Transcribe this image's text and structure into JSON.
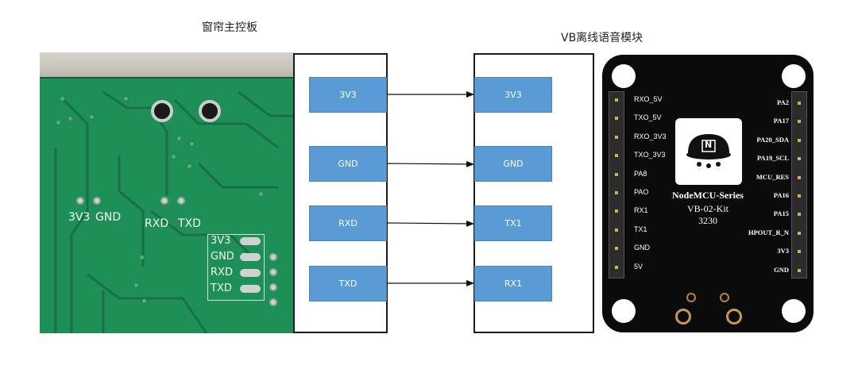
{
  "titles": {
    "left": "窗帘主控板",
    "right": "VB离线语音模块"
  },
  "pcb": {
    "labels": {
      "v33": "3V3",
      "gnd": "GND",
      "rxd": "RXD",
      "txd": "TXD"
    },
    "header_labels": [
      "3V3",
      "GND",
      "RXD",
      "TXD"
    ]
  },
  "connections": [
    {
      "from": "3V3",
      "to": "3V3"
    },
    {
      "from": "GND",
      "to": "GND"
    },
    {
      "from": "RXD",
      "to": "TX1"
    },
    {
      "from": "TXD",
      "to": "RX1"
    }
  ],
  "module": {
    "left_pins": [
      "RXO_5V",
      "TXO_5V",
      "RXO_3V3",
      "TXO_3V3",
      "PA8",
      "PAO",
      "RX1",
      "TX1",
      "GND",
      "5V"
    ],
    "right_pins": [
      "PA2",
      "PA17",
      "PA20_SDA",
      "PA19_SCL",
      "MCU_RES",
      "PA16",
      "PA15",
      "HPOUT_R_N",
      "3V3",
      "GND"
    ],
    "series": "NodeMCU-Series",
    "model": "VB-02-Kit",
    "number": "3230",
    "logo_letter": "N"
  },
  "colors": {
    "box_fill": "#5b9bd5",
    "pcb_green": "#1f8f58",
    "module_black": "#0b0b0b"
  }
}
